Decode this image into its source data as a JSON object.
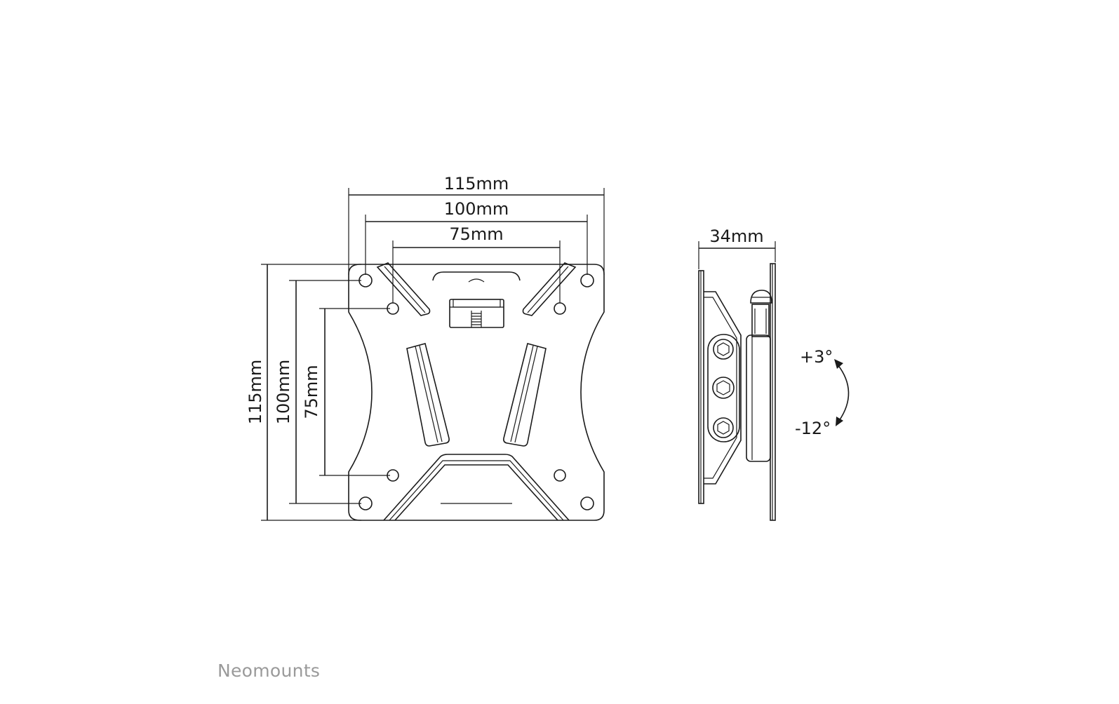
{
  "front_view": {
    "width_outer": "115mm",
    "width_middle": "100mm",
    "width_inner": "75mm",
    "height_outer": "115mm",
    "height_middle": "100mm",
    "height_inner": "75mm"
  },
  "side_view": {
    "depth": "34mm",
    "tilt_up": "+3°",
    "tilt_down": "-12°"
  },
  "brand": {
    "name": "Neomounts",
    "color": "#9a9a9a"
  }
}
